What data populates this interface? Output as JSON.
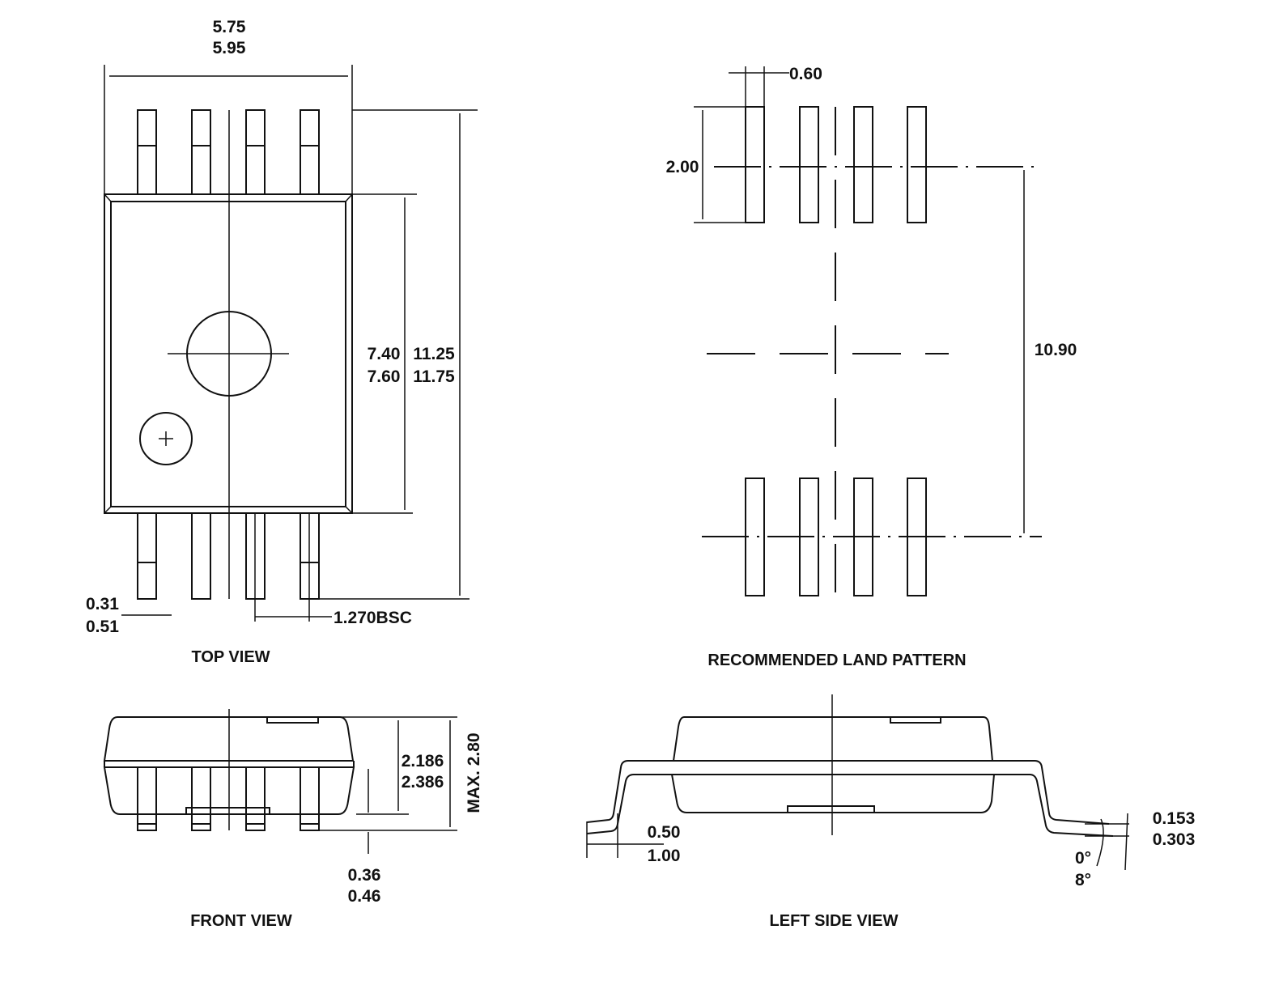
{
  "top_view": {
    "caption": "TOP VIEW",
    "width_min": "5.75",
    "width_max": "5.95",
    "body_len_min": "7.40",
    "body_len_max": "7.60",
    "total_len_min": "11.25",
    "total_len_max": "11.75",
    "lead_w_min": "0.31",
    "lead_w_max": "0.51",
    "pitch": "1.270BSC"
  },
  "land_pattern": {
    "caption": "RECOMMENDED LAND PATTERN",
    "pad_width": "0.60",
    "pad_length": "2.00",
    "row_spacing": "10.90"
  },
  "front_view": {
    "caption": "FRONT VIEW",
    "height_min": "2.186",
    "height_max": "2.386",
    "max_height": "MAX. 2.80",
    "standoff_min": "0.36",
    "standoff_max": "0.46"
  },
  "side_view": {
    "caption": "LEFT SIDE VIEW",
    "foot_min": "0.50",
    "foot_max": "1.00",
    "thick_min": "0.153",
    "thick_max": "0.303",
    "angle_min": "0°",
    "angle_max": "8°"
  }
}
